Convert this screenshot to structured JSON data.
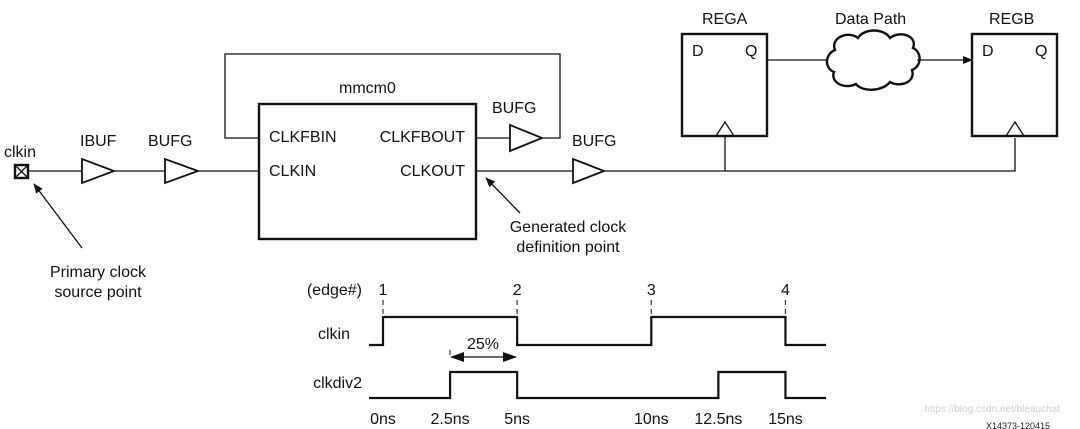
{
  "schematic": {
    "input_port": "clkin",
    "ibuf": "IBUF",
    "bufg_in": "BUFG",
    "mmcm": {
      "name": "mmcm0",
      "pins": {
        "clkfbin": "CLKFBIN",
        "clkin": "CLKIN",
        "clkfbout": "CLKFBOUT",
        "clkout": "CLKOUT"
      }
    },
    "bufg_fb": "BUFG",
    "bufg_out": "BUFG",
    "rega": {
      "name": "REGA",
      "d": "D",
      "q": "Q"
    },
    "regb": {
      "name": "REGB",
      "d": "D",
      "q": "Q"
    },
    "data_path": "Data Path",
    "annotations": {
      "primary_line1": "Primary clock",
      "primary_line2": "source point",
      "generated_line1": "Generated clock",
      "generated_line2": "definition point"
    }
  },
  "waveform": {
    "edge_label": "(edge#)",
    "edges": [
      "1",
      "2",
      "3",
      "4"
    ],
    "signals": [
      {
        "name": "clkin",
        "transitions_ns": [
          0,
          5,
          10,
          15
        ],
        "initial": 0
      },
      {
        "name": "clkdiv2",
        "transitions_ns": [
          2.5,
          5,
          12.5,
          15
        ],
        "initial": 0
      }
    ],
    "duty_label": "25%",
    "time_labels": [
      "0ns",
      "2.5ns",
      "5ns",
      "10ns",
      "12.5ns",
      "15ns"
    ]
  },
  "footer": {
    "watermark": "https://blog.csdn.net/bleauchat",
    "figure_id": "X14373-120415"
  }
}
